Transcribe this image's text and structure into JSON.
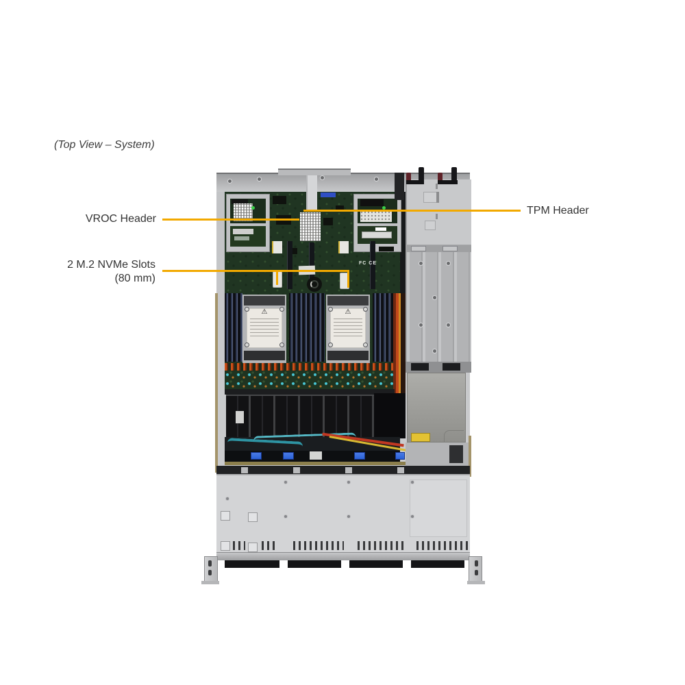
{
  "title": "(Top View – System)",
  "callouts": {
    "vroc": "VROC Header",
    "tpm": "TPM Header",
    "m2_line1": "2 M.2 NVMe Slots",
    "m2_line2": "(80 mm)"
  },
  "figure": {
    "description": "Top view photograph of a 1U rackmount server with chassis cover removed",
    "board_print": "FC CE",
    "cpu_warning": "⚠",
    "colors": {
      "callout_line": "#F2A900",
      "label_text": "#333333",
      "chassis_silver": "#C6C7C9",
      "motherboard_green": "#203522",
      "fan_black": "#121214",
      "warning_label_yellow": "#E3C233",
      "dimm_blue": "#2E3852"
    }
  }
}
